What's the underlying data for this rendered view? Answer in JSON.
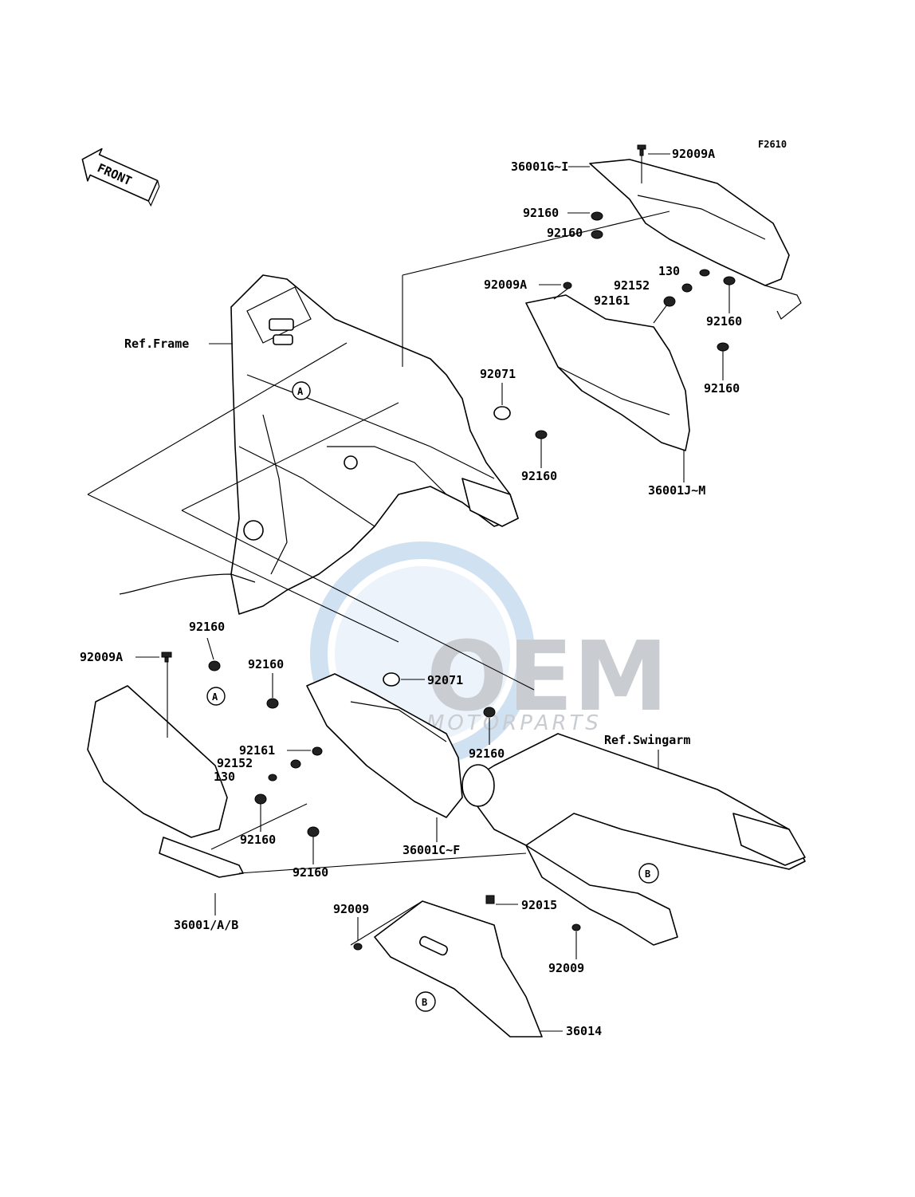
{
  "figure_code": "F2610",
  "direction_label": "FRONT",
  "watermark": {
    "brand": "OEM",
    "sub": "MOTORPARTS"
  },
  "callout_letters": {
    "a": "A",
    "b": "B"
  },
  "references": {
    "frame": "Ref.Frame",
    "swingarm": "Ref.Swingarm"
  },
  "parts": {
    "p92009A_top": "92009A",
    "p36001GI": "36001G~I",
    "p92160_1": "92160",
    "p92160_2": "92160",
    "p92009A_mid": "92009A",
    "p130_top": "130",
    "p92152_top": "92152",
    "p92161_top": "92161",
    "p92160_3": "92160",
    "p92071_top": "92071",
    "p92160_4": "92160",
    "p92160_5": "92160",
    "p36001JM": "36001J~M",
    "p92160_6": "92160",
    "p92009A_left": "92009A",
    "p92160_7": "92160",
    "p92071_mid": "92071",
    "p92161_low": "92161",
    "p92152_low": "92152",
    "p130_low": "130",
    "p92160_8": "92160",
    "p92160_9": "92160",
    "p92160_10": "92160",
    "p36001CF": "36001C~F",
    "p36001AB": "36001/A/B",
    "p92009_left": "92009",
    "p92015": "92015",
    "p92009_right": "92009",
    "p36014": "36014"
  }
}
